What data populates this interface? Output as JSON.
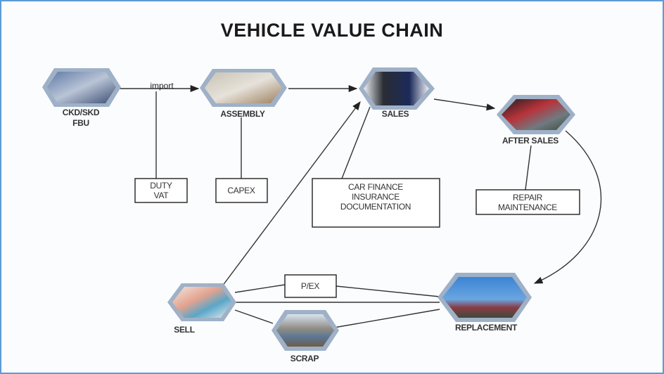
{
  "title": "VEHICLE VALUE CHAIN",
  "colors": {
    "border": "#5b9bd5",
    "hex_frame": "#9fb1c7",
    "line": "#333333"
  },
  "nodes": {
    "ckd": {
      "label_line1": "CKD/SKD",
      "label_line2": "FBU",
      "image": "car-parts-photo"
    },
    "assembly": {
      "label": "ASSEMBLY",
      "image": "assembly-line-photo"
    },
    "sales": {
      "label": "SALES",
      "image": "cars-showroom-photo"
    },
    "after_sales": {
      "label": "AFTER SALES",
      "image": "mechanic-photo"
    },
    "replacement": {
      "label": "REPLACEMENT",
      "image": "car-crusher-photo"
    },
    "sell": {
      "label": "SELL",
      "image": "car-keys-handover-photo"
    },
    "scrap": {
      "label": "SCRAP",
      "image": "scrapyard-photo"
    }
  },
  "boxes": {
    "duty_vat": {
      "line1": "DUTY",
      "line2": "VAT"
    },
    "capex": {
      "line1": "CAPEX"
    },
    "finance": {
      "line1": "CAR FINANCE",
      "line2": "INSURANCE",
      "line3": "DOCUMENTATION"
    },
    "repair": {
      "line1": "REPAIR",
      "line2": "MAINTENANCE"
    },
    "pex": {
      "line1": "P/EX"
    }
  },
  "edges": {
    "import_label": "import"
  }
}
